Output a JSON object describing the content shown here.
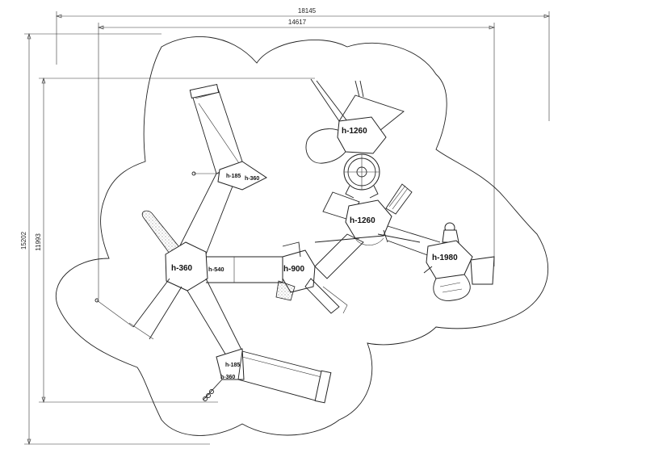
{
  "dimensions": {
    "overall_width": "18145",
    "inner_width": "14617",
    "overall_height": "15202",
    "inner_height": "11993"
  },
  "height_labels": {
    "center_left": "h-360",
    "connector": "h-540",
    "mid": "h-900",
    "top_right": "h-1260",
    "middle_right": "h-1260",
    "far_right": "h-1980",
    "upper_small_a": "h-185",
    "upper_small_b": "h-360",
    "lower_small_a": "h-185",
    "lower_small_b": "h-360"
  }
}
